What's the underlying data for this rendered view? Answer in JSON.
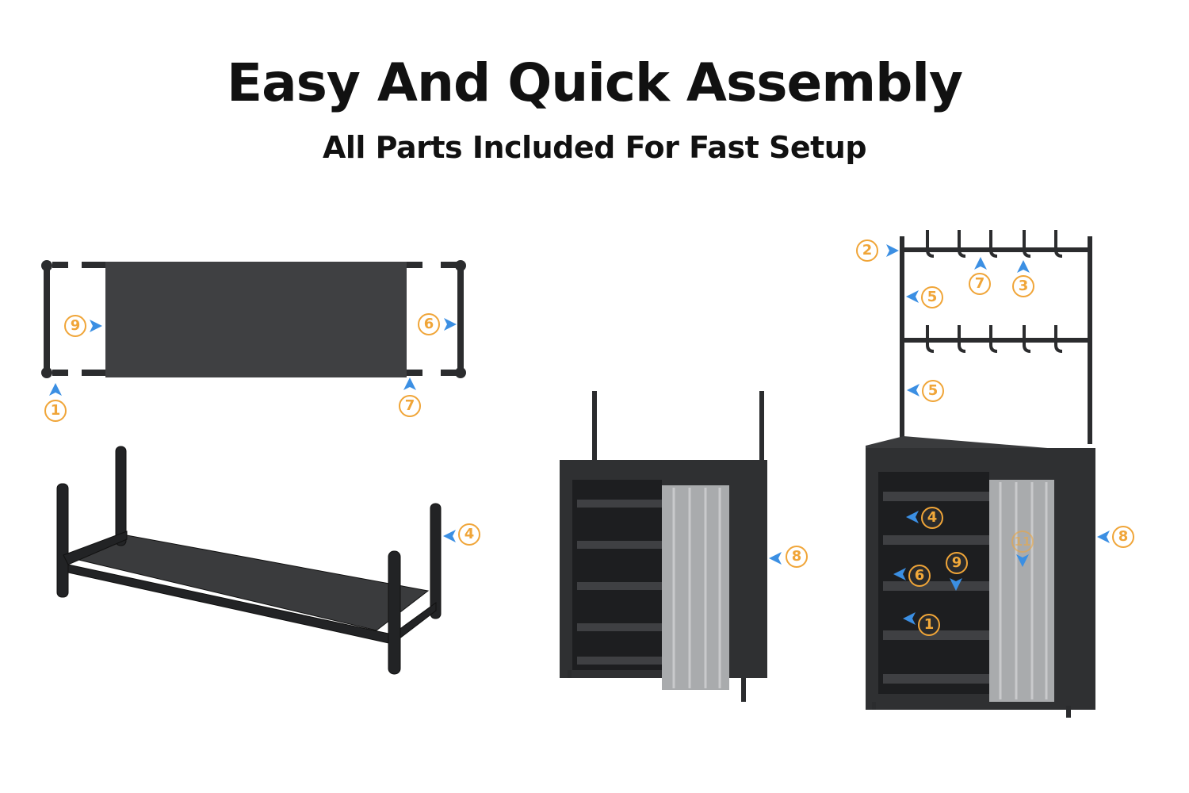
{
  "header": {
    "title": "Easy And Quick Assembly",
    "subtitle": "All Parts Included For Fast Setup"
  },
  "callouts": {
    "flat_frame": [
      "1",
      "9",
      "6",
      "7"
    ],
    "bench": [
      "4"
    ],
    "cabinet": [
      "8"
    ],
    "coat_rack_cabinet": [
      "2",
      "5",
      "7",
      "3",
      "5",
      "4",
      "11",
      "8",
      "9",
      "6",
      "1"
    ]
  },
  "colors": {
    "callout_orange": "#f0a538",
    "arrow_blue": "#3b8fe3",
    "frame_dark": "#2a2b2d",
    "curtain_gray": "#a9abad"
  }
}
